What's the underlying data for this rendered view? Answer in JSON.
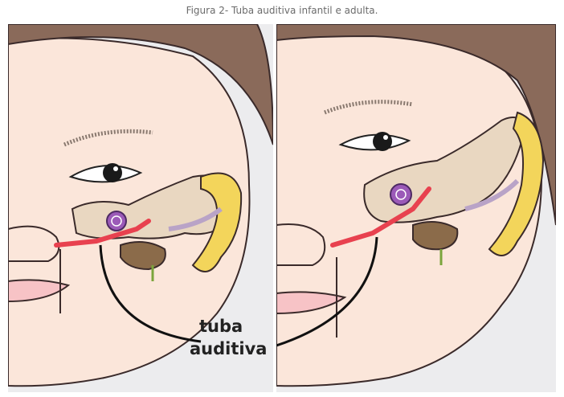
{
  "figure": {
    "caption": "Figura 2- Tuba auditiva infantil e adulta.",
    "label_line1": "tuba",
    "label_line2": "auditiva"
  },
  "colors": {
    "skin": "#fbe6da",
    "hair": "#8a6a5a",
    "bone": "#e9d7c1",
    "tube_red": "#e8414f",
    "cochlea": "#9b5ab8",
    "cartilage_yellow": "#f3d55b",
    "background": "#ececee"
  }
}
